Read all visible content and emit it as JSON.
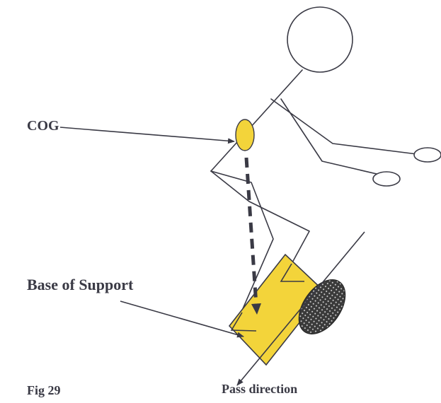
{
  "labels": {
    "cog": "COG",
    "base_of_support": "Base of Support",
    "figure_number": "Fig 29",
    "pass_direction": "Pass direction"
  },
  "colors": {
    "cog_marker": "#f3d43a",
    "base_of_support": "#f3d43a",
    "ball": "#2a2a2a",
    "line": "#3a3a45",
    "page": "#ffffff"
  }
}
